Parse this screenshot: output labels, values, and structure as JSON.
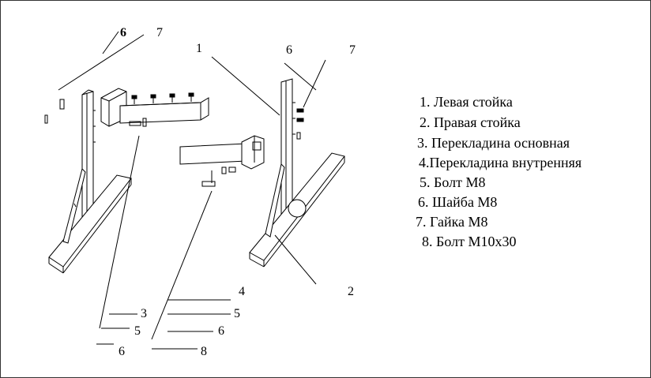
{
  "callouts": {
    "c6_top_left": "6",
    "c7_top_left": "7",
    "c1_top": "1",
    "c6_top_right": "6",
    "c7_top_right": "7",
    "c2_right": "2",
    "c4_bottom": "4",
    "c3_bottom": "3",
    "c5_bottom_left": "5",
    "c6_bottom_left": "6",
    "c5_bottom_mid": "5",
    "c6_bottom_mid": "6",
    "c8_bottom_mid": "8"
  },
  "legend": [
    "1. Левая стойка",
    "2. Правая стойка",
    "3. Перекладина основная",
    "4.Перекладина внутренняя",
    "5. Болт М8",
    "6. Шайба М8",
    "7. Гайка М8",
    "8. Болт М10х30"
  ]
}
